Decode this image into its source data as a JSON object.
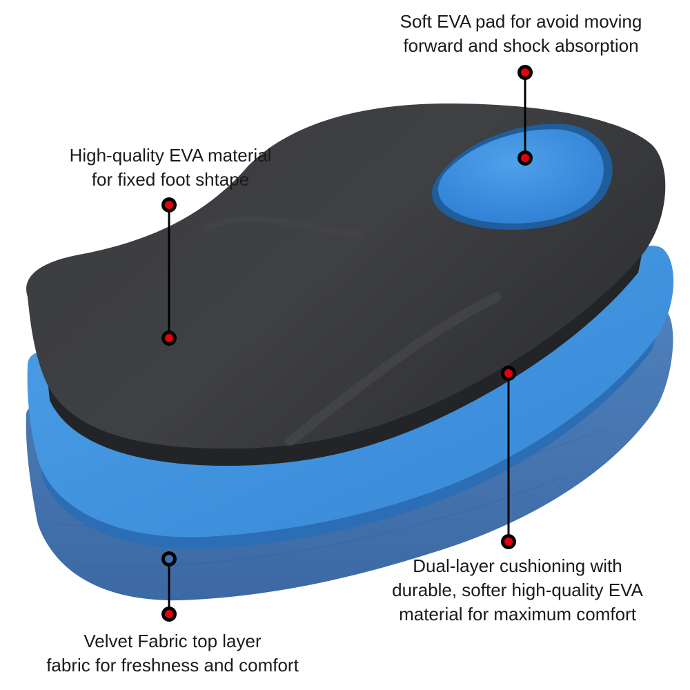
{
  "image": {
    "subject": "Heel cushion insert exploded into layers",
    "colors": {
      "background": "#ffffff",
      "top_layer_gray": "#3a3b3e",
      "middle_layer_blue": "#3f93de",
      "bottom_fabric_blue": "#4171ad",
      "heel_pad_blue": "#3d8ee0",
      "marker_red": "#e3000f",
      "marker_ring": "#000000",
      "text": "#1a1a1a"
    }
  },
  "callouts": {
    "pad": {
      "line1": "Soft EVA pad for avoid moving",
      "line2": "forward and shock absorption"
    },
    "material": {
      "line1": "High-quality EVA material",
      "line2": "for fixed foot shtape"
    },
    "dual": {
      "line1": "Dual-layer cushioning with",
      "line2": "durable, softer high-quality EVA",
      "line3": "material for maximum comfort"
    },
    "velvet": {
      "line1": "Velvet Fabric top layer",
      "line2": "fabric for freshness and comfort"
    }
  }
}
